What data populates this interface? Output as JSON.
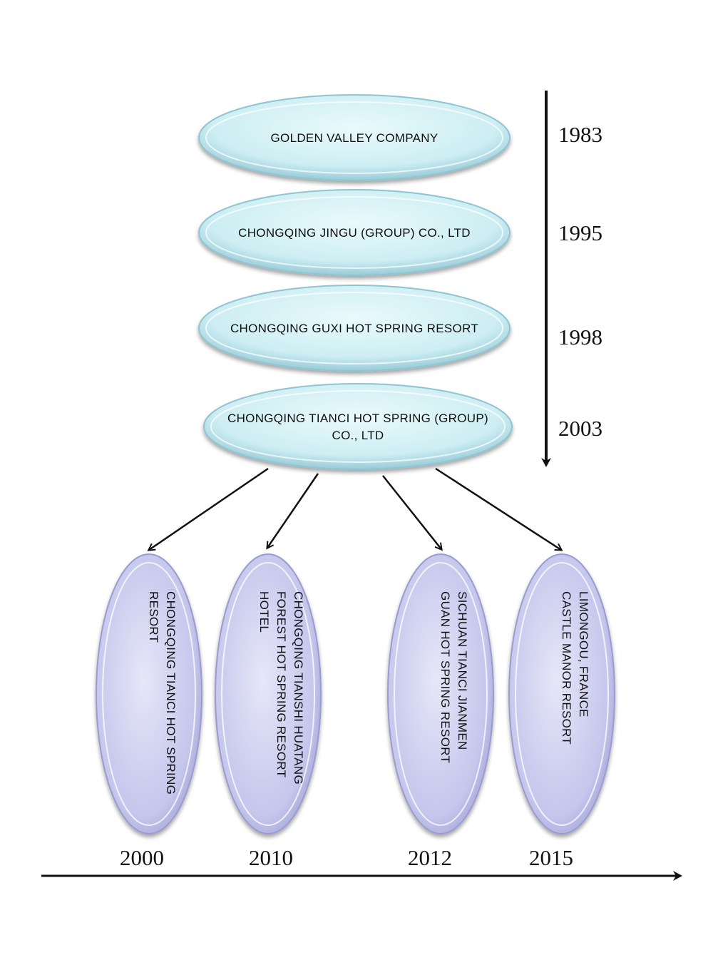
{
  "colors": {
    "company_fill": "#cdeef3",
    "company_fill_light": "#eafafc",
    "company_stroke": "#8fc4d2",
    "resort_fill": "#c4c6ec",
    "resort_fill_light": "#e6e7f8",
    "resort_stroke": "#9a9cd0",
    "arrow": "#111111"
  },
  "companies": [
    {
      "lines": [
        "GOLDEN VALLEY COMPANY"
      ],
      "year": "1983"
    },
    {
      "lines": [
        "CHONGQING JINGU (GROUP) CO., LTD"
      ],
      "year": "1995"
    },
    {
      "lines": [
        "CHONGQING GUXI HOT SPRING RESORT"
      ],
      "year": "1998"
    },
    {
      "lines": [
        "CHONGQING TIANCI HOT SPRING (GROUP)",
        "CO., LTD"
      ],
      "year": "2003"
    }
  ],
  "resorts": [
    {
      "lines": [
        "CHONGQING TIANCI HOT SPRING",
        "RESORT"
      ],
      "year": "2000"
    },
    {
      "lines": [
        "CHONGQING TIANSHI HUATANG",
        "FOREST HOT SPRING RESORT",
        "HOTEL"
      ],
      "year": "2010"
    },
    {
      "lines": [
        "SICHUAN TIANCI JIANMEN",
        "GUAN HOT SPRING RESORT"
      ],
      "year": "2012"
    },
    {
      "lines": [
        "LIMONGOU, FRANCE",
        "CASTLE MANOR RESORT"
      ],
      "year": "2015"
    }
  ]
}
